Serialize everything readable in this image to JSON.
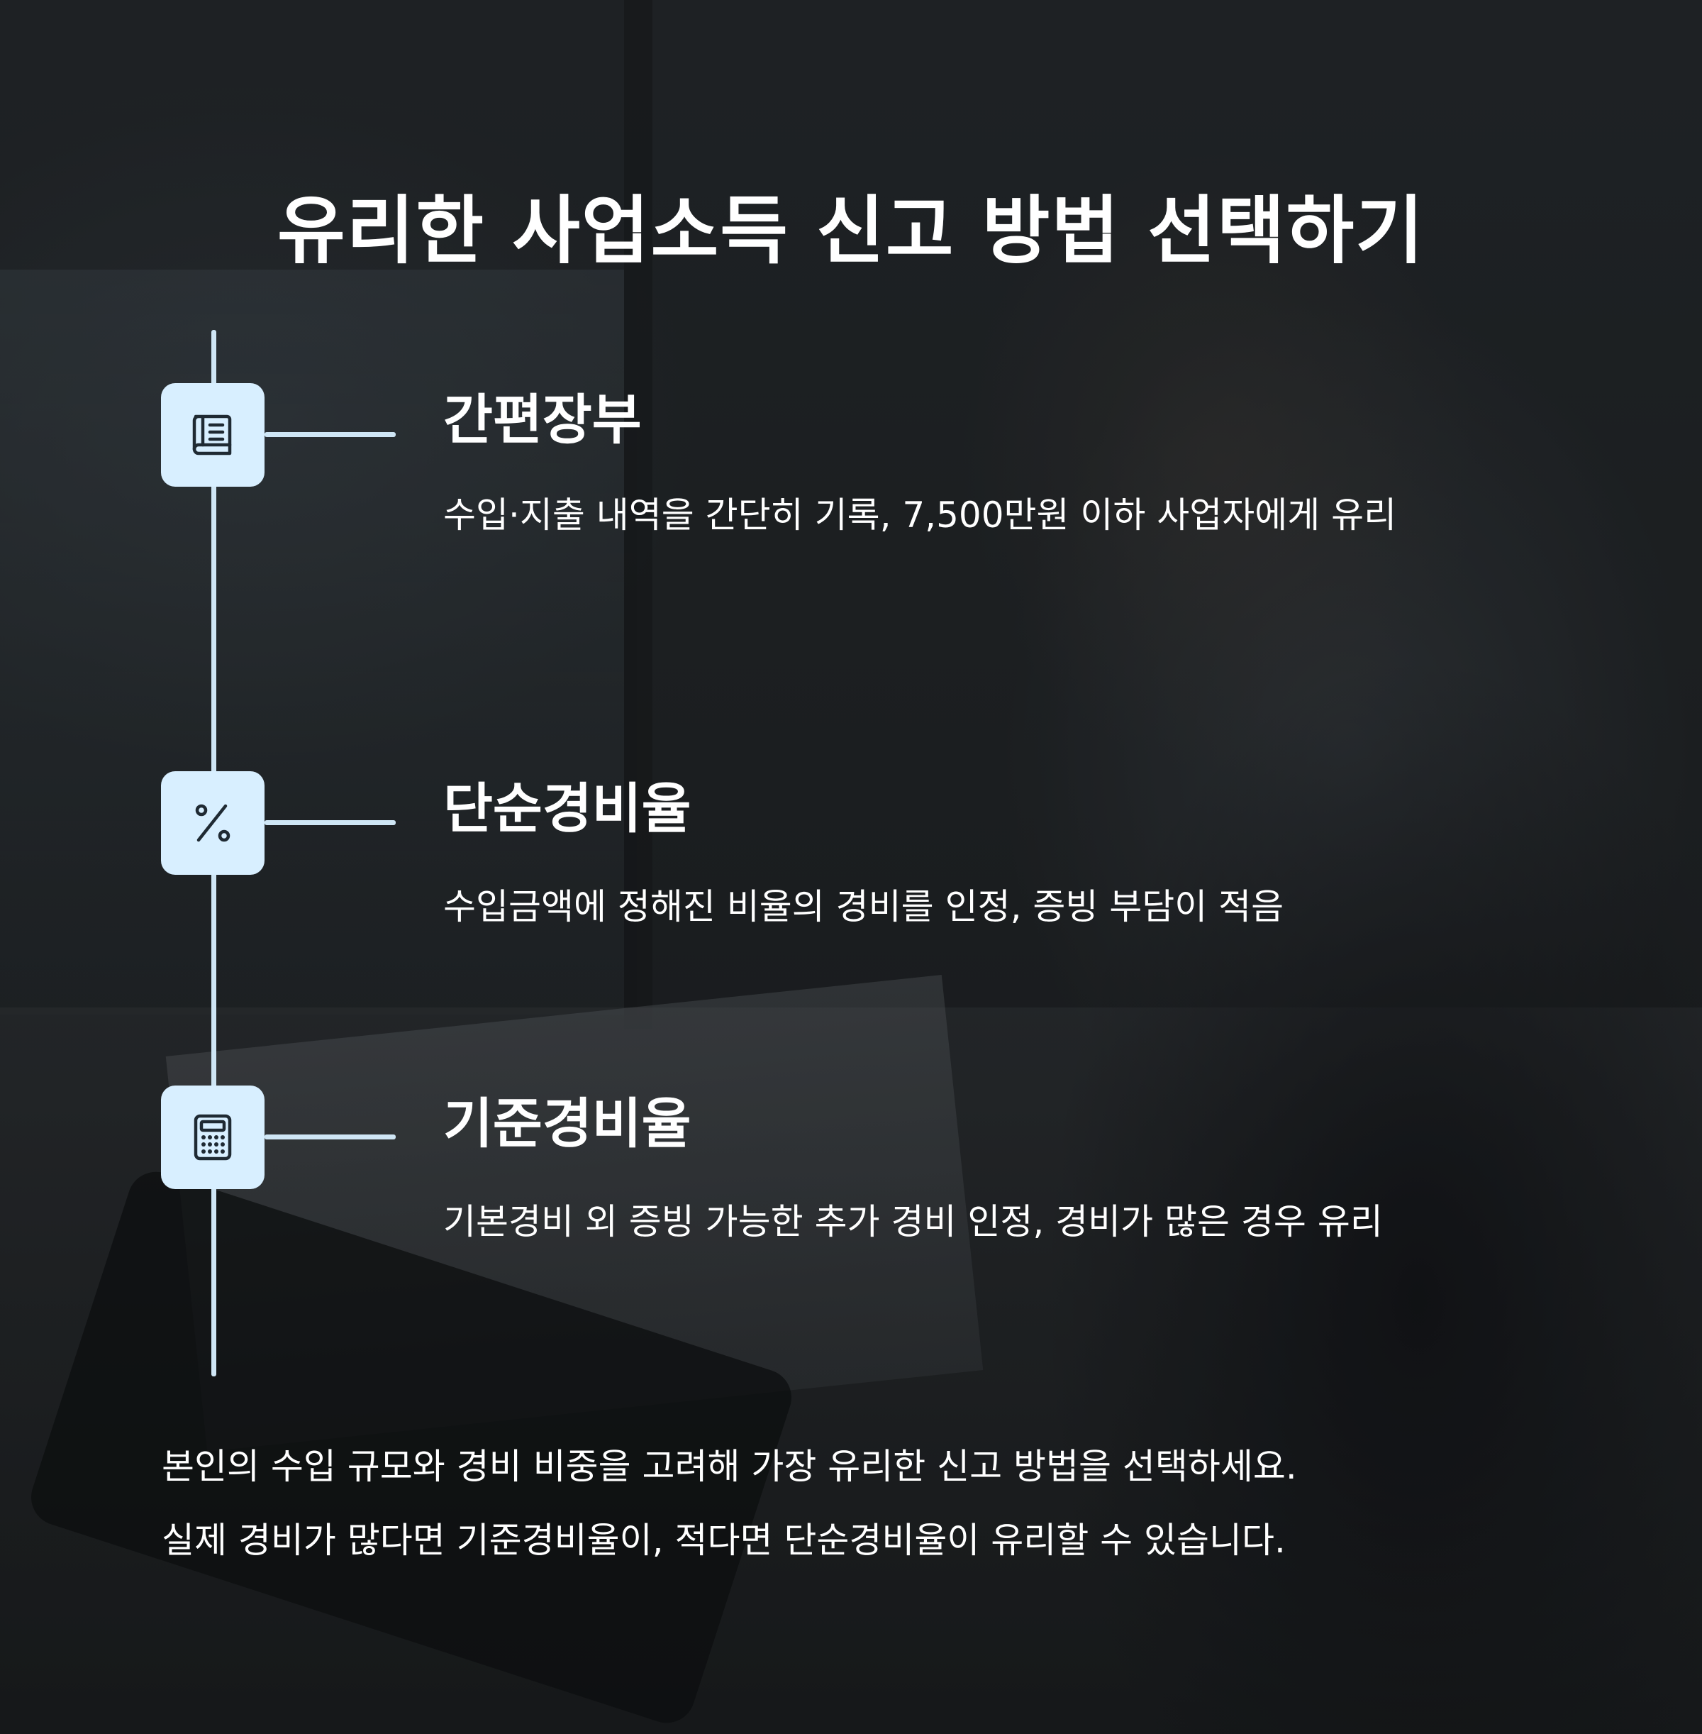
{
  "title": "유리한 사업소득 신고 방법 선택하기",
  "items": [
    {
      "icon": "book-icon",
      "heading": "간편장부",
      "description": "수입·지출 내역을 간단히 기록, 7,500만원 이하 사업자에게 유리"
    },
    {
      "icon": "percent-icon",
      "heading": "단순경비율",
      "description": "수입금액에 정해진 비율의 경비를 인정, 증빙 부담이 적음"
    },
    {
      "icon": "calculator-icon",
      "heading": "기준경비율",
      "description": "기본경비 외 증빙 가능한 추가 경비 인정, 경비가 많은 경우 유리"
    }
  ],
  "footer": {
    "line1": "본인의 수입 규모와 경비 비중을 고려해 가장 유리한 신고 방법을 선택하세요.",
    "line2": "실제 경비가 많다면 기준경비율이, 적다면 단순경비율이 유리할 수 있습니다."
  },
  "colors": {
    "icon_bg": "#d8efff",
    "line": "#cfe6f5",
    "text": "#ffffff",
    "icon_stroke": "#1f2a33"
  }
}
